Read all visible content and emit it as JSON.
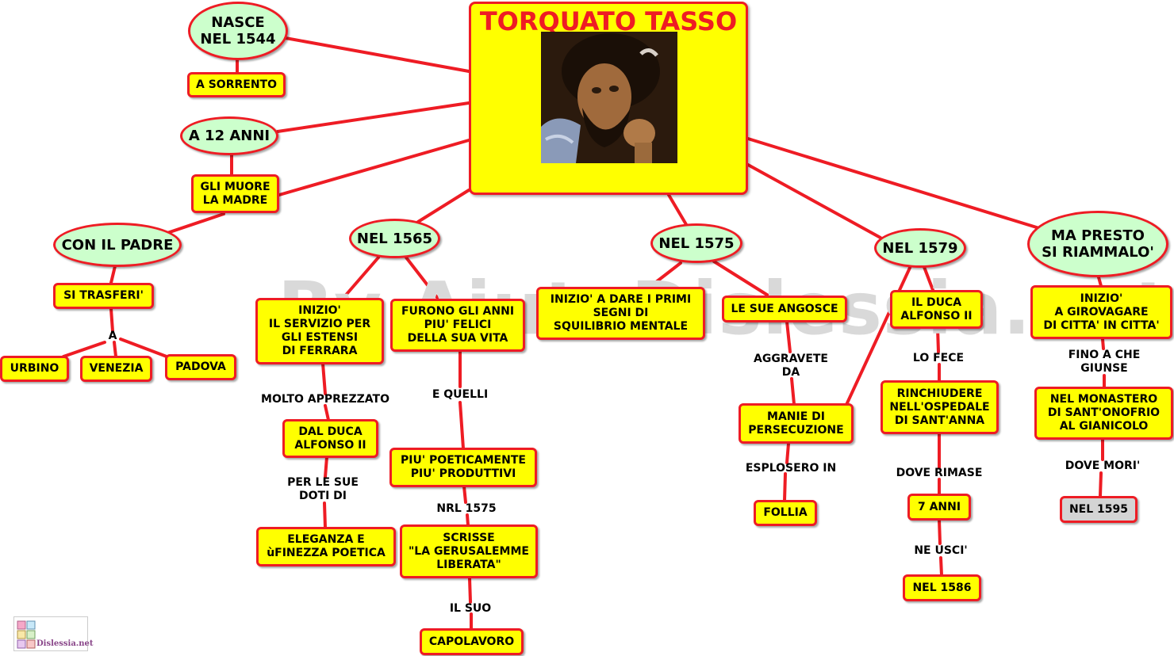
{
  "watermark": "By AiutoDislessia.net",
  "central": {
    "title": "TORQUATO TASSO"
  },
  "ovals": {
    "nasce": "NASCE\nNEL 1544",
    "a12": "A 12 ANNI",
    "padre": "CON IL PADRE",
    "n1565": "NEL 1565",
    "n1575": "NEL 1575",
    "n1579": "NEL 1579",
    "presto": "MA PRESTO\nSI RIAMMALO'"
  },
  "boxes": {
    "sorrento": "A SORRENTO",
    "madre": "GLI MUORE\nLA MADRE",
    "trasferi": "SI TRASFERI'",
    "urbino": "URBINO",
    "venezia": "VENEZIA",
    "padova": "PADOVA",
    "servizio": "INIZIO'\nIL SERVIZIO PER\nGLI ESTENSI\nDI FERRARA",
    "duca1": "DAL DUCA\nALFONSO II",
    "eleganza": "ELEGANZA E\nùFINEZZA POETICA",
    "felici": "FURONO GLI ANNI\nPIU' FELICI\nDELLA SUA VITA",
    "poetica": "PIU' POETICAMENTE\nPIU' PRODUTTIVI",
    "scrisse": "SCRISSE\n\"LA GERUSALEMME\nLIBERATA\"",
    "capolavoro": "CAPOLAVORO",
    "squilibrio": "INIZIO' A DARE I PRIMI\nSEGNI DI\nSQUILIBRIO MENTALE",
    "angosce": "LE SUE ANGOSCE",
    "manie": "MANIE DI\nPERSECUZIONE",
    "follia": "FOLLIA",
    "duca2": "IL DUCA\nALFONSO II",
    "rinchiudere": "RINCHIUDERE\nNELL'OSPEDALE\nDI SANT'ANNA",
    "anni7": "7 ANNI",
    "n1586": "NEL 1586",
    "girovagare": "INIZIO'\nA GIROVAGARE\nDI CITTA' IN CITTA'",
    "monastero": "NEL MONASTERO\nDI SANT'ONOFRIO\nAL GIANICOLO",
    "n1595": "NEL 1595"
  },
  "labels": {
    "a": "A",
    "apprezzato": "MOLTO APPREZZATO",
    "doti": "PER LE SUE\nDOTI DI",
    "equelli": "E QUELLI",
    "nrl1575": "NRL 1575",
    "ilsuo": "IL SUO",
    "aggravate": "AGGRAVETE\nDA",
    "esplosero": "ESPLOSERO IN",
    "lofece": "LO FECE",
    "rimase": "DOVE RIMASE",
    "usci": "NE USCI'",
    "finoache": "FINO A CHE\nGIUNSE",
    "mori": "DOVE MORI'"
  },
  "logo": {
    "text": "Dislessia.net"
  },
  "colors": {
    "connector": "#ee1c24",
    "box": "#ffff00",
    "oval": "#ccffcc",
    "title": "#ee1c24"
  }
}
